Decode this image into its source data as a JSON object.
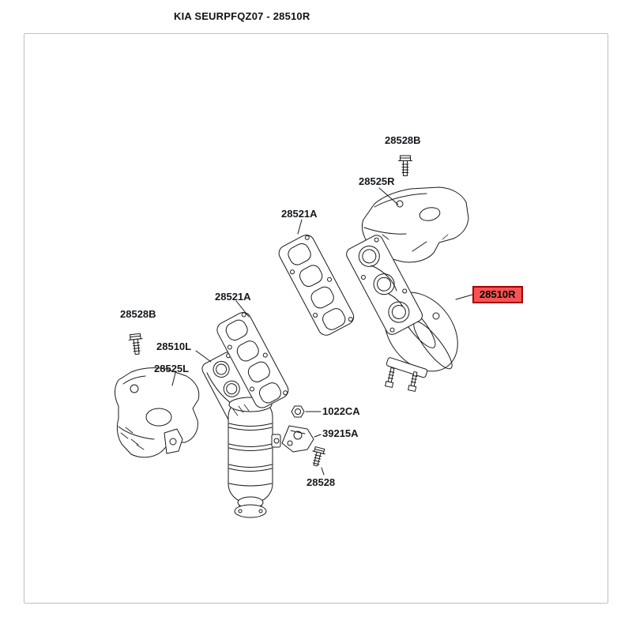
{
  "page": {
    "title": "KIA SEURPFQZ07 - 28510R"
  },
  "colors": {
    "highlight_bg": "#f65454",
    "highlight_border": "#a50000",
    "label_color": "#14181d",
    "line_color": "#1a1a1a",
    "frame_border": "#b9c2ca"
  },
  "diagram": {
    "labels": [
      {
        "id": "28528B-upper",
        "text": "28528B",
        "highlighted": false
      },
      {
        "id": "28525R",
        "text": "28525R",
        "highlighted": false
      },
      {
        "id": "28521A-upper",
        "text": "28521A",
        "highlighted": false
      },
      {
        "id": "28510R",
        "text": "28510R",
        "highlighted": true
      },
      {
        "id": "28521A-left",
        "text": "28521A",
        "highlighted": false
      },
      {
        "id": "28528B-left",
        "text": "28528B",
        "highlighted": false
      },
      {
        "id": "28510L",
        "text": "28510L",
        "highlighted": false
      },
      {
        "id": "28525L",
        "text": "28525L",
        "highlighted": false
      },
      {
        "id": "1022CA",
        "text": "1022CA",
        "highlighted": false
      },
      {
        "id": "39215A",
        "text": "39215A",
        "highlighted": false
      },
      {
        "id": "28528",
        "text": "28528",
        "highlighted": false
      }
    ]
  }
}
